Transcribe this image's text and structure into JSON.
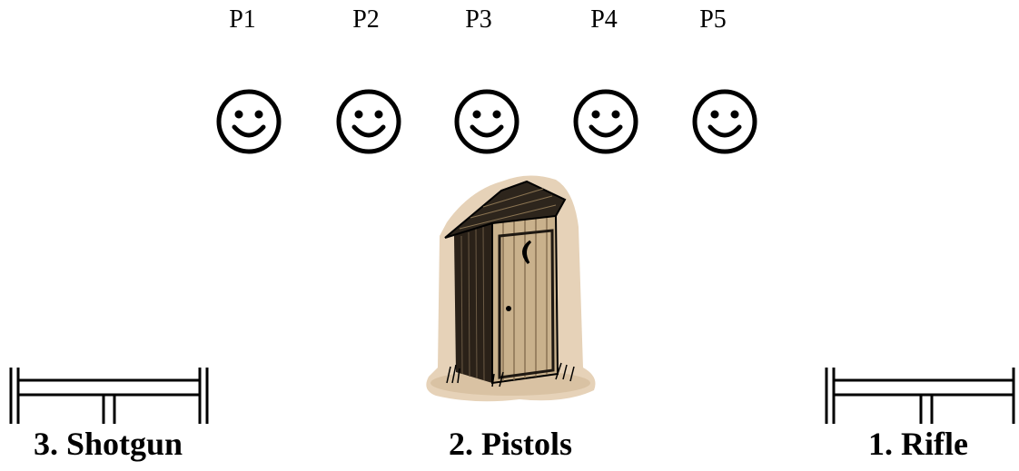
{
  "positions": [
    "P1",
    "P2",
    "P3",
    "P4",
    "P5"
  ],
  "stages": {
    "shotgun": "3. Shotgun",
    "pistols": "2. Pistols",
    "rifle": "1. Rifle"
  },
  "icons": {
    "position_marker": "smiley-face-icon",
    "prop": "outhouse-illustration",
    "table": "shooting-table-icon"
  },
  "colors": {
    "background": "#ffffff",
    "stroke": "#000000",
    "outhouse_ground": "#e6d2b8",
    "outhouse_wood": "#c9b18c"
  }
}
